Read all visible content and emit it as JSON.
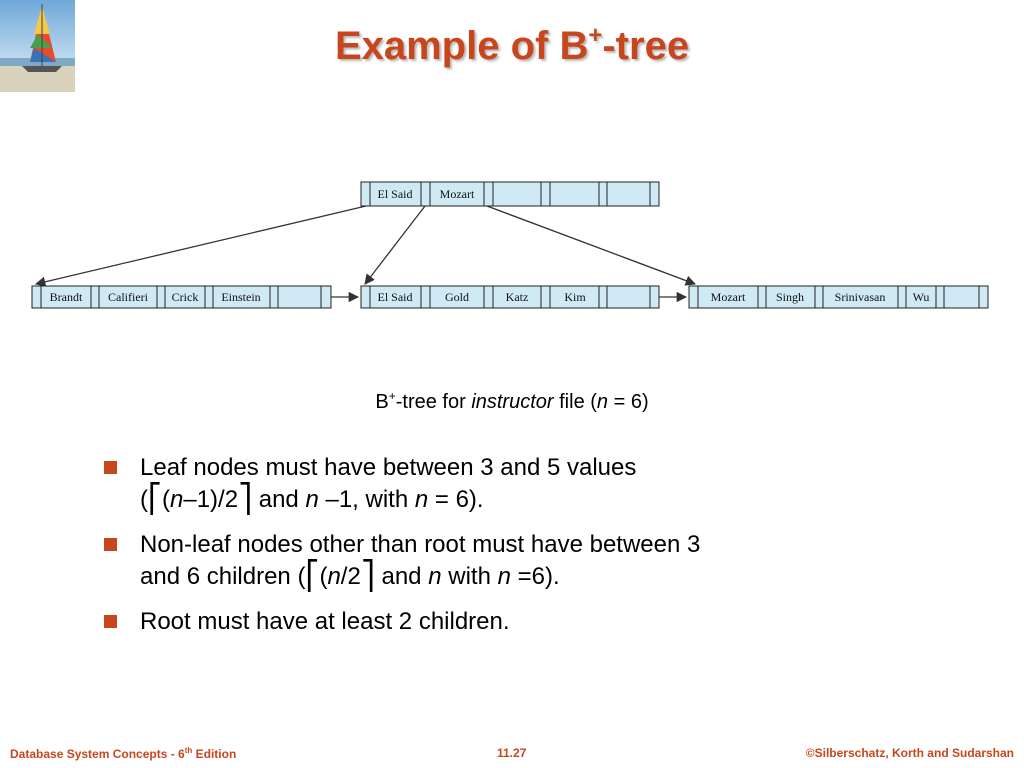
{
  "slide": {
    "title_main": "Example of B",
    "title_sup": "+",
    "title_tail": "-tree"
  },
  "tree": {
    "root_keys": [
      "El Said",
      "Mozart",
      "",
      "",
      ""
    ],
    "leaves": [
      [
        "Brandt",
        "Califieri",
        "Crick",
        "Einstein",
        ""
      ],
      [
        "El Said",
        "Gold",
        "Katz",
        "Kim",
        ""
      ],
      [
        "Mozart",
        "Singh",
        "Srinivasan",
        "Wu",
        ""
      ]
    ],
    "colors": {
      "node_fill": "#cfe9f5",
      "accent": "#c8461e"
    }
  },
  "caption": {
    "pre": "B",
    "sup": "+",
    "mid": "-tree for ",
    "italic": "instructor",
    "post1": " file (",
    "n": "n",
    "post2": " = 6)"
  },
  "bullets": {
    "b1_line1": "Leaf nodes must have between 3 and 5 values",
    "b1_open": "(",
    "b1_lceil": "⎡",
    "b1_p1": "(",
    "b1_n1": "n",
    "b1_p2": "–1)/2",
    "b1_rceil": "⎤",
    "b1_p3": " and ",
    "b1_n2": "n",
    "b1_p4": " –1, with ",
    "b1_n3": "n",
    "b1_p5": " = 6).",
    "b2_line1": "Non-leaf nodes other than root must have between 3",
    "b2_p1": "and 6 children (",
    "b2_lceil": "⎡",
    "b2_p2": "(",
    "b2_n1": "n",
    "b2_p3": "/2",
    "b2_rceil": "⎤",
    "b2_p4": " and ",
    "b2_n2": "n",
    "b2_p5": " with ",
    "b2_n3": "n",
    "b2_p6": " =6).",
    "b3": "Root must have at least 2 children."
  },
  "footer": {
    "left_pre": "Database System Concepts - 6",
    "left_sup": "th",
    "left_post": " Edition",
    "center": "11.27",
    "right": "©Silberschatz, Korth and Sudarshan"
  }
}
